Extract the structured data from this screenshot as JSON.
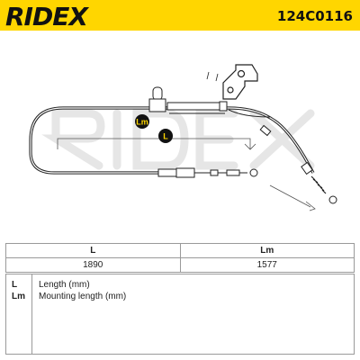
{
  "header": {
    "brand": "RIDEX",
    "part_number": "124C0116",
    "brand_color": "#ffd600"
  },
  "drawing": {
    "callouts": [
      "Lm",
      "L"
    ],
    "watermark": "RIDEX"
  },
  "spec_table": {
    "columns": [
      "L",
      "Lm"
    ],
    "values": [
      "1890",
      "1577"
    ]
  },
  "legend": [
    {
      "key": "L",
      "description": "Length (mm)"
    },
    {
      "key": "Lm",
      "description": "Mounting length (mm)"
    }
  ]
}
